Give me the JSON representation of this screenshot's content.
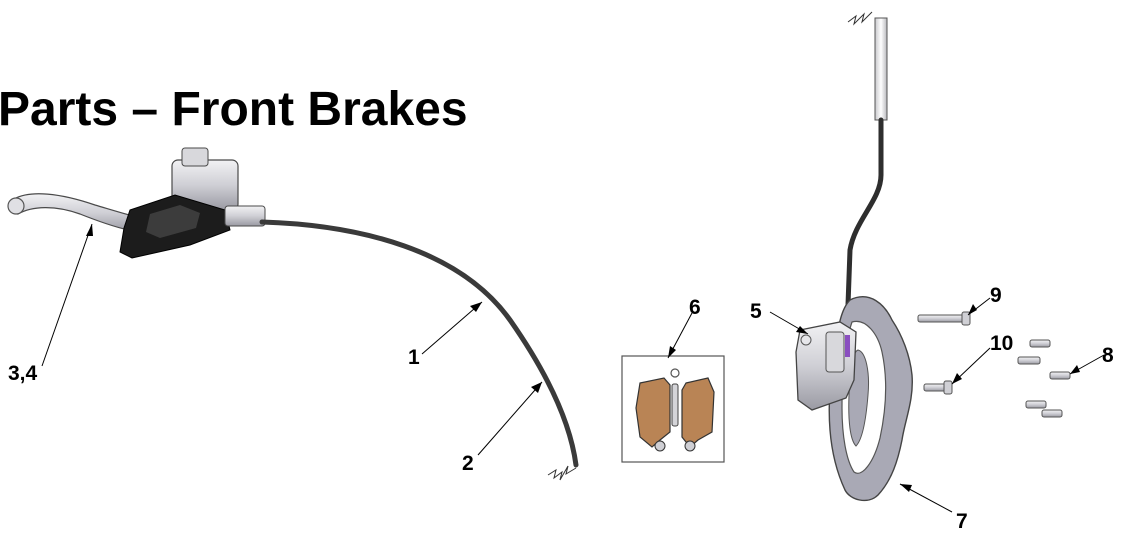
{
  "title": "Parts – Front Brakes",
  "callouts": {
    "lever": "3,4",
    "hose_upper": "1",
    "hose_lower": "2",
    "pads": "6",
    "caliper": "5",
    "rotor": "7",
    "rotor_bolts": "8",
    "caliper_bolt": "9",
    "caliper_bolt_2": "10"
  },
  "colors": {
    "hose": "#3a3a3a",
    "metal": "#c9c9cf",
    "rotor": "#a9a9b5",
    "pad": "#b98455",
    "lever_body": "#1a1a1a"
  }
}
